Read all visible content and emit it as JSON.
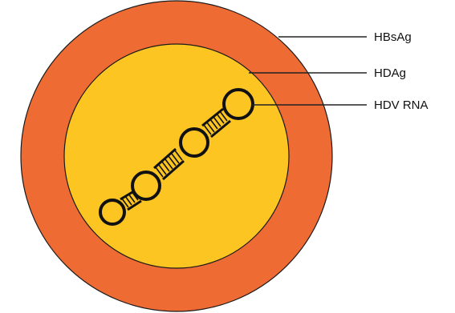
{
  "colors": {
    "outer_layer": "#EF6B34",
    "inner_layer": "#FDC521",
    "outline": "#111111",
    "rna_loop_fill": "#FDC521",
    "background": "#FFFFFF"
  },
  "labels": {
    "hbsag": "HBsAg",
    "hdag": "HDAg",
    "hdv_rna": "HDV RNA"
  }
}
